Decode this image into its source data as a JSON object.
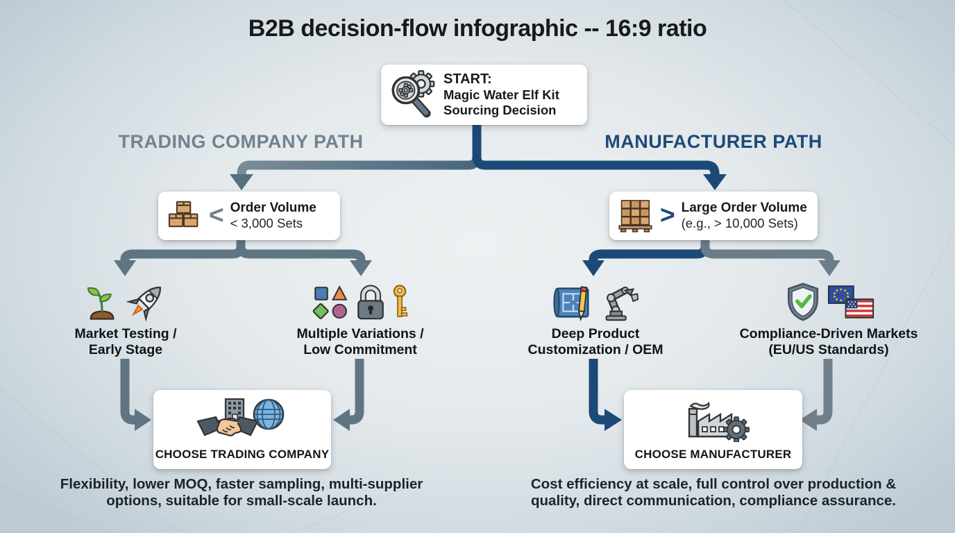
{
  "title": "B2B decision-flow infographic -- 16:9 ratio",
  "start": {
    "line1": "START:",
    "line2": "Magic Water Elf Kit",
    "line3": "Sourcing Decision"
  },
  "paths": {
    "trading": {
      "label": "TRADING COMPANY PATH",
      "color": "#71828f"
    },
    "manufacturer": {
      "label": "MANUFACTURER PATH",
      "color": "#1d4a78"
    }
  },
  "decisions": {
    "trading": {
      "comparator": "<",
      "title": "Order Volume",
      "subtitle": "< 3,000 Sets"
    },
    "manufacturer": {
      "comparator": ">",
      "title": "Large Order Volume",
      "subtitle": "(e.g., > 10,000 Sets)"
    }
  },
  "branches": {
    "market_testing": {
      "line1": "Market Testing /",
      "line2": "Early Stage"
    },
    "multiple_variations": {
      "line1": "Multiple Variations /",
      "line2": "Low Commitment"
    },
    "deep_customization": {
      "line1": "Deep Product",
      "line2": "Customization / OEM"
    },
    "compliance_markets": {
      "line1": "Compliance-Driven Markets",
      "line2": "(EU/US Standards)"
    }
  },
  "outcomes": {
    "trading": {
      "label": "CHOOSE TRADING COMPANY"
    },
    "manufacturer": {
      "label": "CHOOSE MANUFACTURER"
    }
  },
  "benefits": {
    "trading": {
      "line1": "Flexibility, lower MOQ, faster sampling, multi-supplier",
      "line2": "options, suitable for small-scale launch."
    },
    "manufacturer": {
      "line1": "Cost efficiency at scale, full control over production &",
      "line2": "quality, direct communication, compliance assurance."
    }
  },
  "colors": {
    "arrow_gray": "#5f7584",
    "arrow_navy": "#1c4a77",
    "background_edge": "#bccad4",
    "background_center": "#eef1f2"
  }
}
